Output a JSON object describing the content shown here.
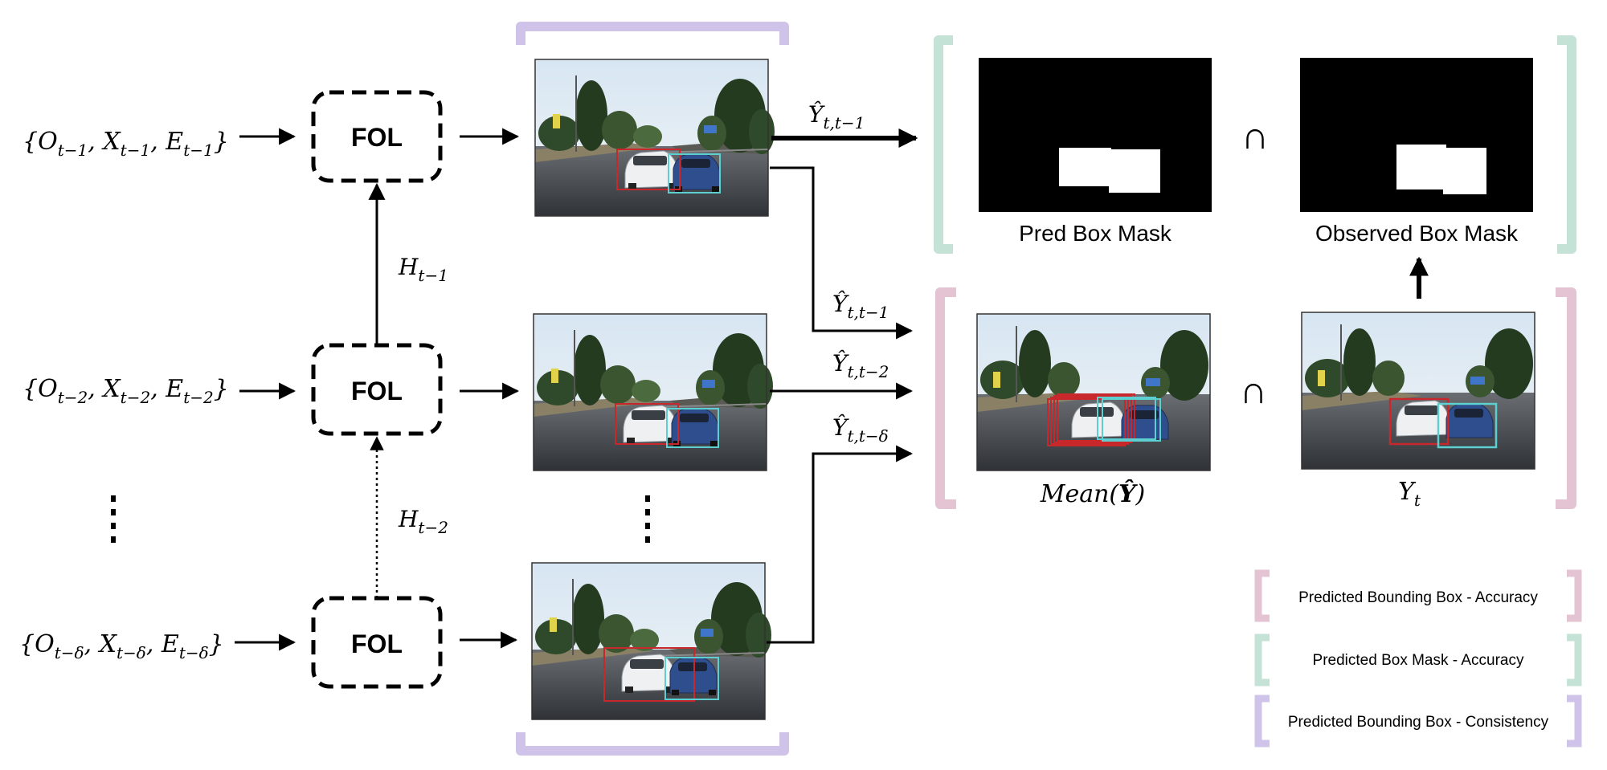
{
  "inputs": {
    "row1": "{O_t-1, X_t-1, E_t-1}",
    "row2": "{O_t-2, X_t-2, E_t-2}",
    "row3": "{O_t-δ, X_t-δ, E_t-δ}"
  },
  "fol_label": "FOL",
  "hidden": {
    "h1": "H_t-1",
    "h2": "H_t-2"
  },
  "predictions": {
    "p_top": "Ŷ_t,t-1",
    "p_mid1": "Ŷ_t,t-1",
    "p_mid2": "Ŷ_t,t-2",
    "p_delta": "Ŷ_t,t-δ"
  },
  "masks": {
    "pred_label": "Pred Box Mask",
    "observed_label": "Observed Box Mask",
    "intersection_symbol": "∩"
  },
  "bottom_row": {
    "mean_label": "Mean(Ŷ)",
    "yt_label": "Y_t"
  },
  "legend": [
    {
      "label": "Predicted Bounding Box - Accuracy",
      "color": "#e4c3d3"
    },
    {
      "label": "Predicted Box Mask - Accuracy",
      "color": "#c4e2d6"
    },
    {
      "label": "Predicted Bounding Box - Consistency",
      "color": "#cfc3e9"
    }
  ],
  "colors": {
    "consistency_bracket": "#cfc3e9",
    "accuracy_bracket": "#e4c3d3",
    "mask_bracket": "#c4e2d6",
    "pred_box": "#c8282c",
    "obs_box": "#5ecfd0"
  }
}
